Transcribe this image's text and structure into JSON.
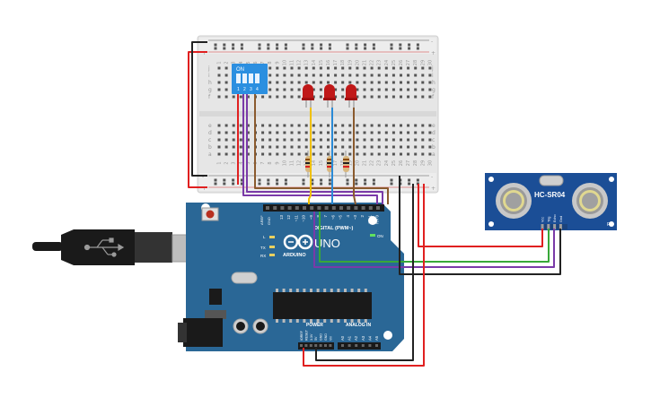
{
  "colors": {
    "breadboard": "#e8e8e8",
    "board": "#2a6796",
    "board_dark": "#1f4f77",
    "sensor": "#1b4e96",
    "dip": "#2b8fe0",
    "led": "#c01818",
    "wire_red": "#e02020",
    "wire_black": "#222222",
    "wire_purple": "#7a3aa8",
    "wire_green": "#38a838",
    "wire_brown": "#8a5a2e",
    "wire_yellow": "#f0c000",
    "wire_blue": "#2a8ad6"
  },
  "breadboard": {
    "col_numbers": [
      "1",
      "2",
      "3",
      "4",
      "5",
      "6",
      "7",
      "8",
      "9",
      "10",
      "11",
      "12",
      "13",
      "14",
      "15",
      "16",
      "17",
      "18",
      "19",
      "20",
      "21",
      "22",
      "23",
      "24",
      "25",
      "26",
      "27",
      "28",
      "29",
      "30"
    ],
    "rows_top": [
      "j",
      "i",
      "h",
      "g",
      "f"
    ],
    "rows_bottom": [
      "e",
      "d",
      "c",
      "b",
      "a"
    ],
    "rail_plus": "+",
    "rail_minus": "-"
  },
  "dip_switch": {
    "on_label": "ON",
    "numbers": [
      "1",
      "2",
      "3",
      "4"
    ]
  },
  "arduino": {
    "brand": "ARDUINO",
    "model": "UNO",
    "digital_label": "DIGITAL (PWM~)",
    "power_label": "POWER",
    "analog_label": "ANALOG IN",
    "tx_label": "TX",
    "rx_label": "RX",
    "l_label": "L",
    "on_label": "ON",
    "aref_label": "AREF",
    "gnd_label": "GND",
    "digital_pins": [
      "13",
      "12",
      "~11",
      "~10",
      "~9",
      "8",
      "7",
      "~6",
      "~5",
      "4",
      "~3",
      "2",
      "TX 1",
      "RX 0"
    ],
    "power_pins": [
      "IOREF",
      "RESET",
      "3.3V",
      "5V",
      "GND",
      "GND",
      "Vin"
    ],
    "analog_pins": [
      "A0",
      "A1",
      "A2",
      "A3",
      "A4",
      "A5"
    ]
  },
  "sensor": {
    "name": "HC-SR04",
    "pins": [
      "Vcc",
      "Trig",
      "Echo",
      "Gnd"
    ],
    "mark_t": "T",
    "mark_r": "R"
  }
}
